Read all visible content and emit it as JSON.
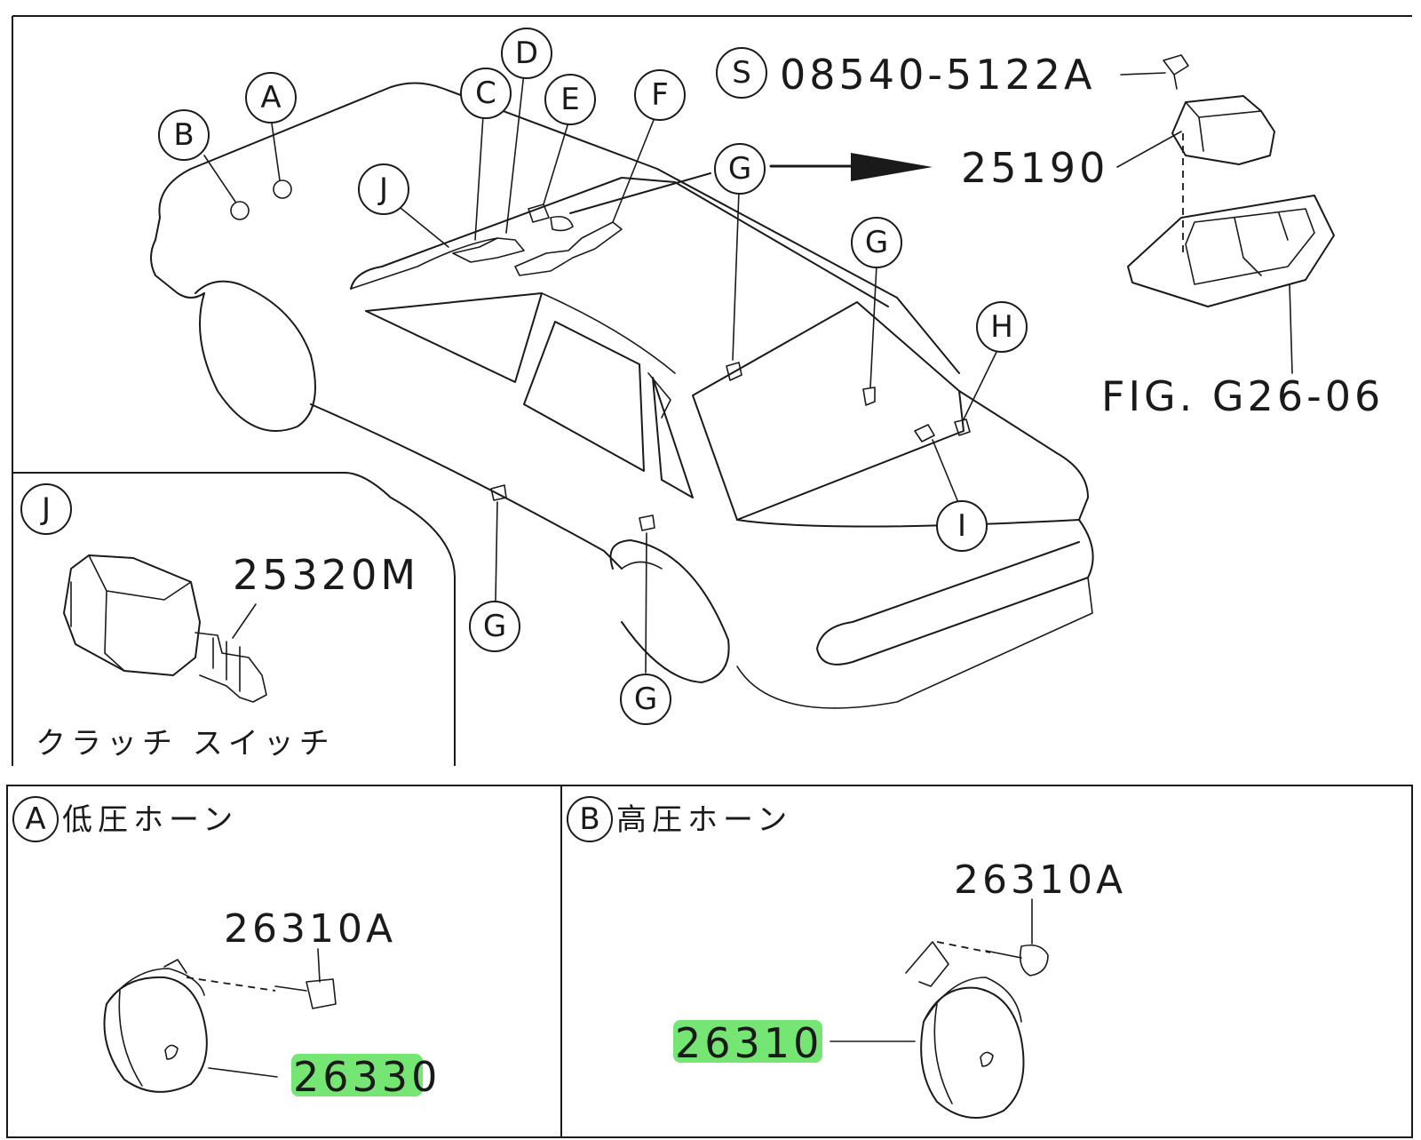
{
  "callouts": {
    "a": "A",
    "b": "B",
    "c": "C",
    "d": "D",
    "e": "E",
    "f": "F",
    "g": "G",
    "h": "H",
    "i": "I",
    "j": "J",
    "s": "S"
  },
  "parts": {
    "screw_s": "08540-5122A",
    "relay": "25190",
    "fig_ref": "FIG. G26-06",
    "clutch_switch": "25320M",
    "low_horn_bolt": "26310A",
    "low_horn": "26330",
    "high_horn_bolt": "26310A",
    "high_horn": "26310"
  },
  "labels": {
    "clutch_switch": "クラッチ スイッチ",
    "low_horn": "低圧ホーン",
    "high_horn": "高圧ホーン"
  },
  "colors": {
    "highlight": "#5de05a",
    "line": "#1a1a1a"
  }
}
